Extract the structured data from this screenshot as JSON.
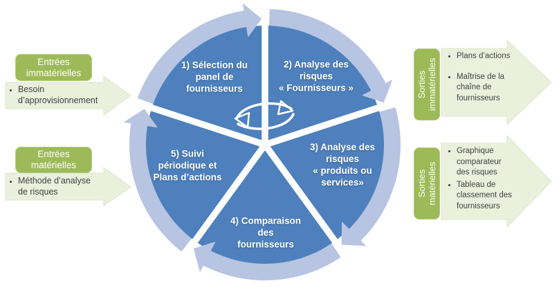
{
  "colors": {
    "pie_blue": "#4d80bc",
    "ring_light_blue": "#b7c4e2",
    "green": "#9cba58",
    "arrow_fill": "#ebf0dd",
    "arrow_border": "#dde6ca",
    "bullet_text": "#3f3f3f",
    "white": "#ffffff"
  },
  "cycle": {
    "center_icon": "refresh-cycle-arrows",
    "steps": [
      {
        "label": "1) Sélection du\npanel de\nfournisseurs"
      },
      {
        "label": "2) Analyse des\nrisques\n« Fournisseurs »"
      },
      {
        "label": "3) Analyse des\nrisques\n« produits ou\nservices»"
      },
      {
        "label": "4) Comparaison\ndes\nfournisseurs"
      },
      {
        "label": "5) Suivi\npériodique et\nPlans d’actions"
      }
    ]
  },
  "inputs": [
    {
      "title": "Entrées\nimmatérielles",
      "items": [
        "Besoin\nd’approvisionnement"
      ]
    },
    {
      "title": "Entrées\nmatérielles",
      "items": [
        "Méthode d’analyse\nde risques"
      ]
    }
  ],
  "outputs": [
    {
      "title": "Sorties\nimmatérielles",
      "items": [
        "Plans d’actions",
        "Maîtrise de la\nchaîne de\nfournisseurs"
      ]
    },
    {
      "title": "Sorties\nmatérielles",
      "items": [
        "Graphique\ncomparateur\ndes risques",
        "Tableau de\nclassement des\nfournisseurs"
      ]
    }
  ]
}
